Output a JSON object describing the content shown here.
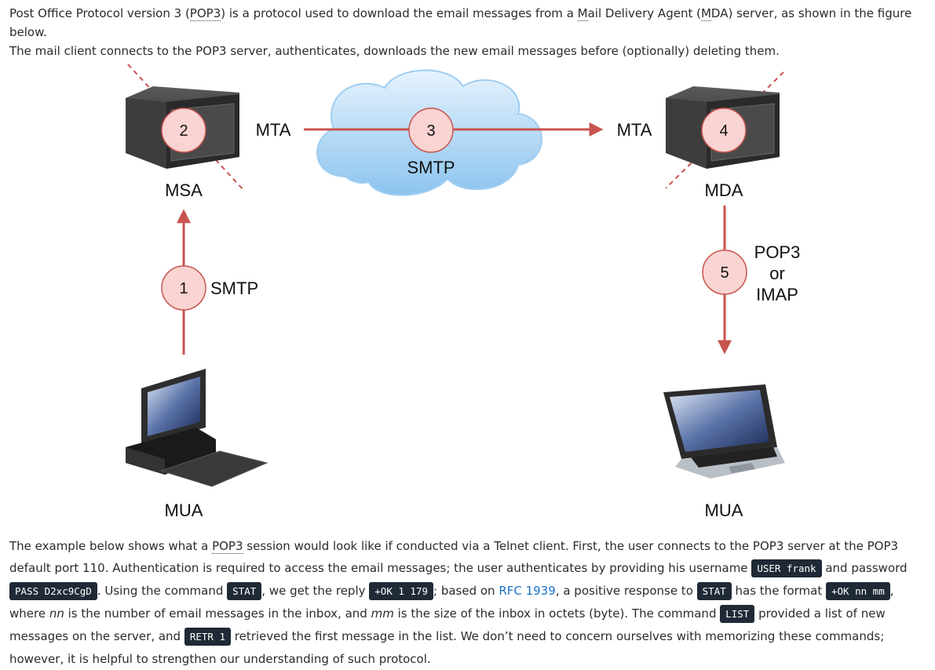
{
  "intro": {
    "t1": "Post Office Protocol version 3 (",
    "abbr": "POP3",
    "t2": ") is a protocol used to download the email messages from a ",
    "abbr2": "M",
    "t2b": "ail Delivery Agent (",
    "abbr3": "M",
    "t2c": "DA) server, as shown in the figure below.",
    "line2": "The mail client connects to the POP3 server, authenticates, downloads the new email messages before (optionally) deleting them."
  },
  "figure": {
    "msa": "MSA",
    "mta_left": "MTA",
    "mta_right": "MTA",
    "mda": "MDA",
    "mua_left": "MUA",
    "mua_right": "MUA",
    "smtp_cloud": "SMTP",
    "smtp_left": "SMTP",
    "pop3": "POP3",
    "or": "or",
    "imap": "IMAP",
    "steps": [
      "1",
      "2",
      "3",
      "4",
      "5"
    ],
    "colors": {
      "arrow": "#c9534f",
      "circle_fill": "#f9d4d2",
      "cloud": "#a9d4f5"
    }
  },
  "example": {
    "s1": "The example below shows what a ",
    "abbr": "POP3",
    "s2": " session would look like if conducted via a Telnet client. First, the user connects to the POP3 server at the POP3 default port 110. Authentication is required to access the email messages; the user authenticates by providing his username ",
    "code_user": "USER frank",
    "s3": " and password ",
    "code_pass": "PASS D2xc9CgD",
    "s4": ". Using the command ",
    "code_stat": "STAT",
    "s5": ", we get the reply ",
    "code_ok": "+OK 1 179",
    "s6": "; based on ",
    "rfc": "RFC 1939",
    "s7": ", a positive response to ",
    "code_stat2": "STAT",
    "s8": " has the format ",
    "code_fmt": "+OK nn mm",
    "s9": ", where ",
    "nn": "nn",
    "s10": " is the number of email messages in the inbox, and ",
    "mm": "mm",
    "s11": " is the size of the inbox in octets (byte). The command ",
    "code_list": "LIST",
    "s12": " provided a list of new messages on the server, and ",
    "code_retr": "RETR 1",
    "s13": " retrieved the first message in the list. We don’t need to concern ourselves with memorizing these commands; however, it is helpful to strengthen our understanding of such protocol."
  }
}
